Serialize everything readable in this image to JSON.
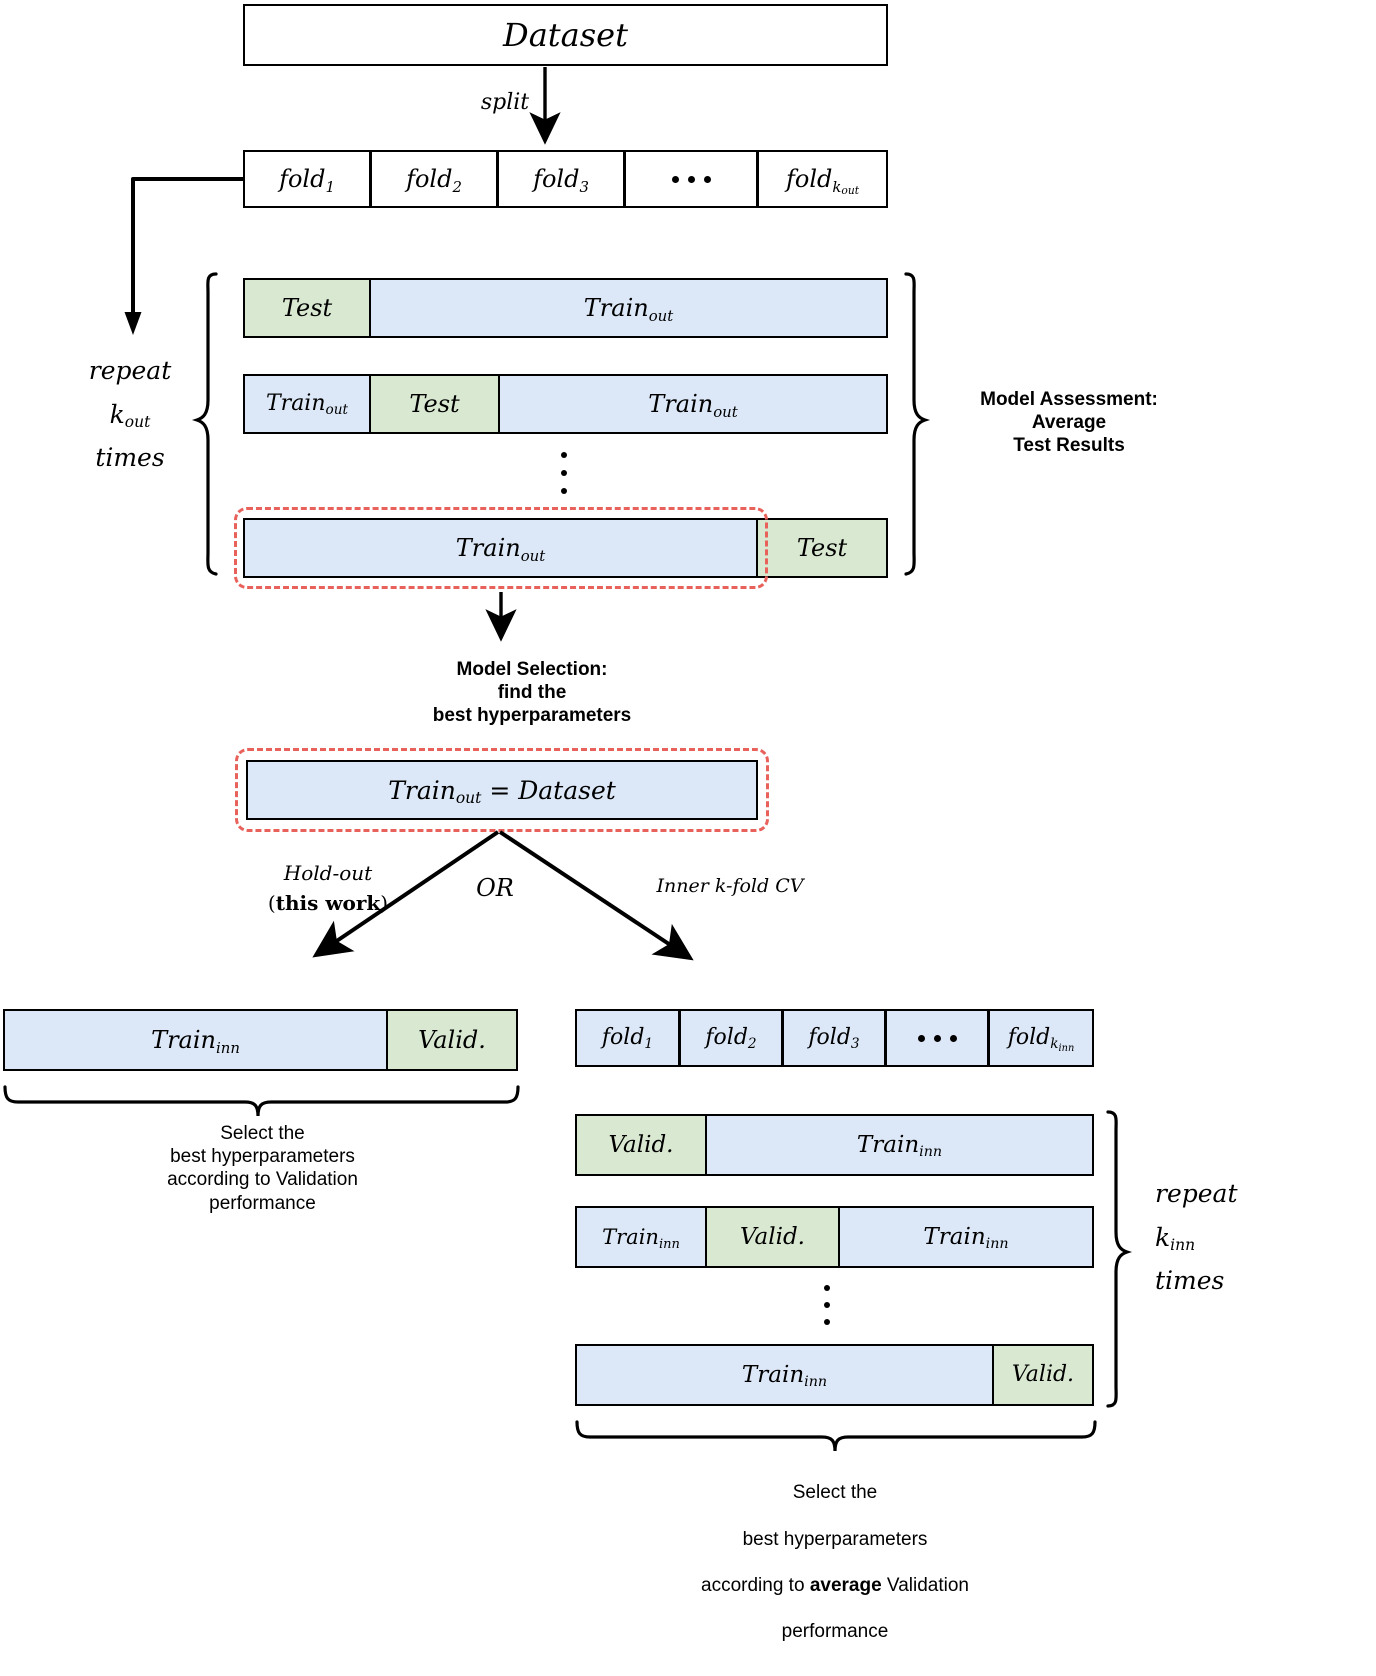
{
  "diagram": {
    "title_box": {
      "label": "Dataset"
    },
    "split_arrow_label": "split",
    "outer": {
      "folds": [
        {
          "label": "fold",
          "sub": "1"
        },
        {
          "label": "fold",
          "sub": "2"
        },
        {
          "label": "fold",
          "sub": "3"
        },
        {
          "label": "…",
          "sub": ""
        },
        {
          "label": "fold",
          "sub": "k_out"
        }
      ],
      "repeat_label": "repeat\nk_out\ntimes",
      "repeat_line1": "repeat",
      "repeat_line2_base": "k",
      "repeat_line2_sub": "out",
      "repeat_line3": "times",
      "rows": [
        {
          "cells": [
            {
              "kind": "test",
              "label": "Test"
            },
            {
              "kind": "train",
              "label": "Train",
              "sub": "out"
            }
          ]
        },
        {
          "cells": [
            {
              "kind": "train",
              "label": "Train",
              "sub": "out"
            },
            {
              "kind": "test",
              "label": "Test"
            },
            {
              "kind": "train",
              "label": "Train",
              "sub": "out"
            }
          ]
        },
        {
          "cells": [
            {
              "kind": "train",
              "label": "Train",
              "sub": "out"
            },
            {
              "kind": "test",
              "label": "Test"
            }
          ]
        }
      ],
      "assessment_note": "Model Assessment:\nAverage\nTest Results"
    },
    "selection_note": "Model Selection:\nfind the\nbest hyperparameters",
    "train_equals_dataset": {
      "base": "Train",
      "sub": "out",
      "rest": " = Dataset"
    },
    "branch": {
      "left_label_line1": "Hold-out",
      "left_label_line2": "(this work)",
      "left_bold_part": "this work",
      "or_label": "OR",
      "right_label": "Inner k-fold CV"
    },
    "holdout": {
      "train_label": "Train",
      "train_sub": "inn",
      "valid_label": "Valid.",
      "caption": "Select the\nbest hyperparameters\naccording to Validation\nperformance"
    },
    "inner": {
      "folds": [
        {
          "label": "fold",
          "sub": "1"
        },
        {
          "label": "fold",
          "sub": "2"
        },
        {
          "label": "fold",
          "sub": "3"
        },
        {
          "label": "…",
          "sub": ""
        },
        {
          "label": "fold",
          "sub": "k_inn"
        }
      ],
      "rows": [
        {
          "cells": [
            {
              "kind": "valid",
              "label": "Valid."
            },
            {
              "kind": "train",
              "label": "Train",
              "sub": "inn"
            }
          ]
        },
        {
          "cells": [
            {
              "kind": "train",
              "label": "Train",
              "sub": "inn"
            },
            {
              "kind": "valid",
              "label": "Valid."
            },
            {
              "kind": "train",
              "label": "Train",
              "sub": "inn"
            }
          ]
        },
        {
          "cells": [
            {
              "kind": "train",
              "label": "Train",
              "sub": "inn"
            },
            {
              "kind": "valid",
              "label": "Valid."
            }
          ]
        }
      ],
      "repeat_line1": "repeat",
      "repeat_line2_base": "k",
      "repeat_line2_sub": "inn",
      "repeat_line3": "times",
      "caption_line1": "Select the",
      "caption_line2": "best hyperparameters",
      "caption_line3_a": "according to ",
      "caption_line3_bold": "average",
      "caption_line3_b": " Validation",
      "caption_line4": "performance"
    },
    "colors": {
      "train_fill": "#dce8f8",
      "test_fill": "#d9e8d0",
      "highlight": "#e8615a",
      "stroke": "#000000"
    }
  }
}
